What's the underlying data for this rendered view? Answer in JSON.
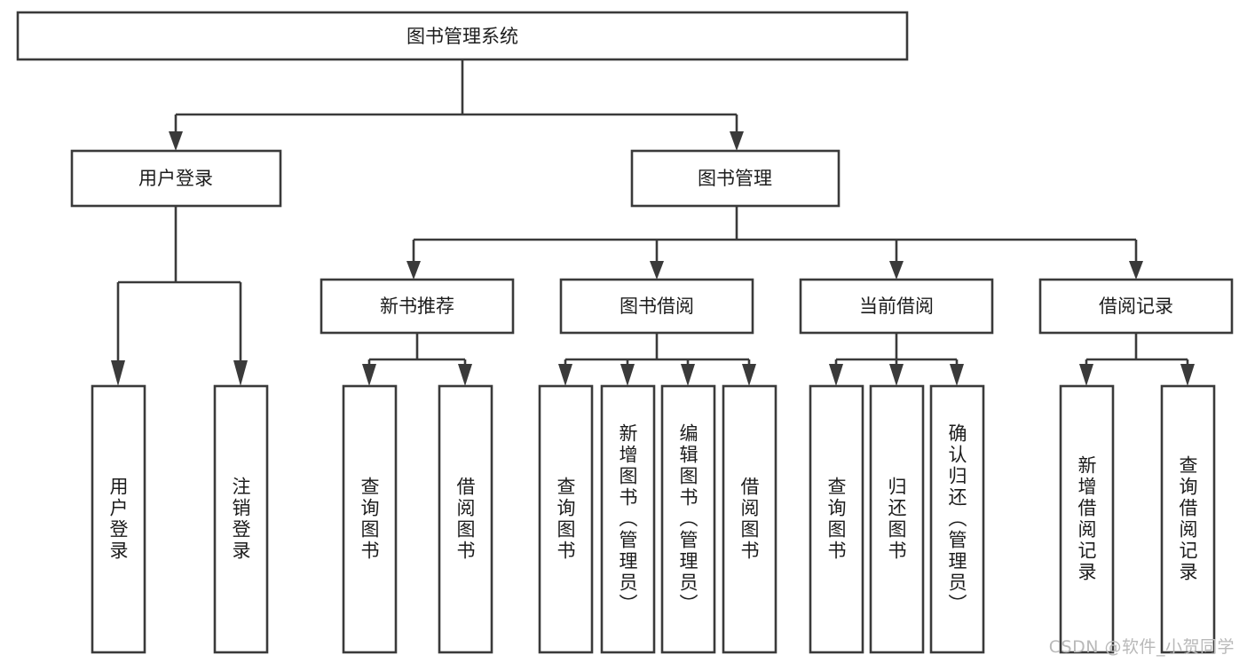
{
  "diagram": {
    "type": "tree",
    "title": "图书管理系统",
    "orientation": "top-down",
    "colors": {
      "box_stroke": "#3a3a3a",
      "box_fill": "#ffffff",
      "connector": "#3a3a3a",
      "text": "#1c1c1c",
      "watermark": "#b9b9b9",
      "background": "#ffffff"
    },
    "root": {
      "id": "root",
      "label": "图书管理系统"
    },
    "level2": [
      {
        "id": "user-login",
        "label": "用户登录"
      },
      {
        "id": "book-manage",
        "label": "图书管理"
      }
    ],
    "level3": [
      {
        "id": "new-book-recommend",
        "label": "新书推荐",
        "parent": "book-manage"
      },
      {
        "id": "book-borrow",
        "label": "图书借阅",
        "parent": "book-manage"
      },
      {
        "id": "current-borrow",
        "label": "当前借阅",
        "parent": "book-manage"
      },
      {
        "id": "borrow-record",
        "label": "借阅记录",
        "parent": "book-manage"
      }
    ],
    "leaves": {
      "user-login": [
        {
          "id": "leaf-user-login",
          "label": "用户登录"
        },
        {
          "id": "leaf-user-logout",
          "label": "注销登录"
        }
      ],
      "new-book-recommend": [
        {
          "id": "leaf-query-book-1",
          "label": "查询图书"
        },
        {
          "id": "leaf-borrow-book-1",
          "label": "借阅图书"
        }
      ],
      "book-borrow": [
        {
          "id": "leaf-query-book-2",
          "label": "查询图书"
        },
        {
          "id": "leaf-add-book",
          "label": "新增图书（管理员）"
        },
        {
          "id": "leaf-edit-book",
          "label": "编辑图书（管理员）"
        },
        {
          "id": "leaf-borrow-book-2",
          "label": "借阅图书"
        }
      ],
      "current-borrow": [
        {
          "id": "leaf-query-book-3",
          "label": "查询图书"
        },
        {
          "id": "leaf-return-book",
          "label": "归还图书"
        },
        {
          "id": "leaf-confirm-return",
          "label": "确认归还（管理员）"
        }
      ],
      "borrow-record": [
        {
          "id": "leaf-add-record",
          "label": "新增借阅记录"
        },
        {
          "id": "leaf-query-record",
          "label": "查询借阅记录"
        }
      ]
    }
  },
  "watermark": {
    "label": "CSDN @软件_小贺同学"
  }
}
